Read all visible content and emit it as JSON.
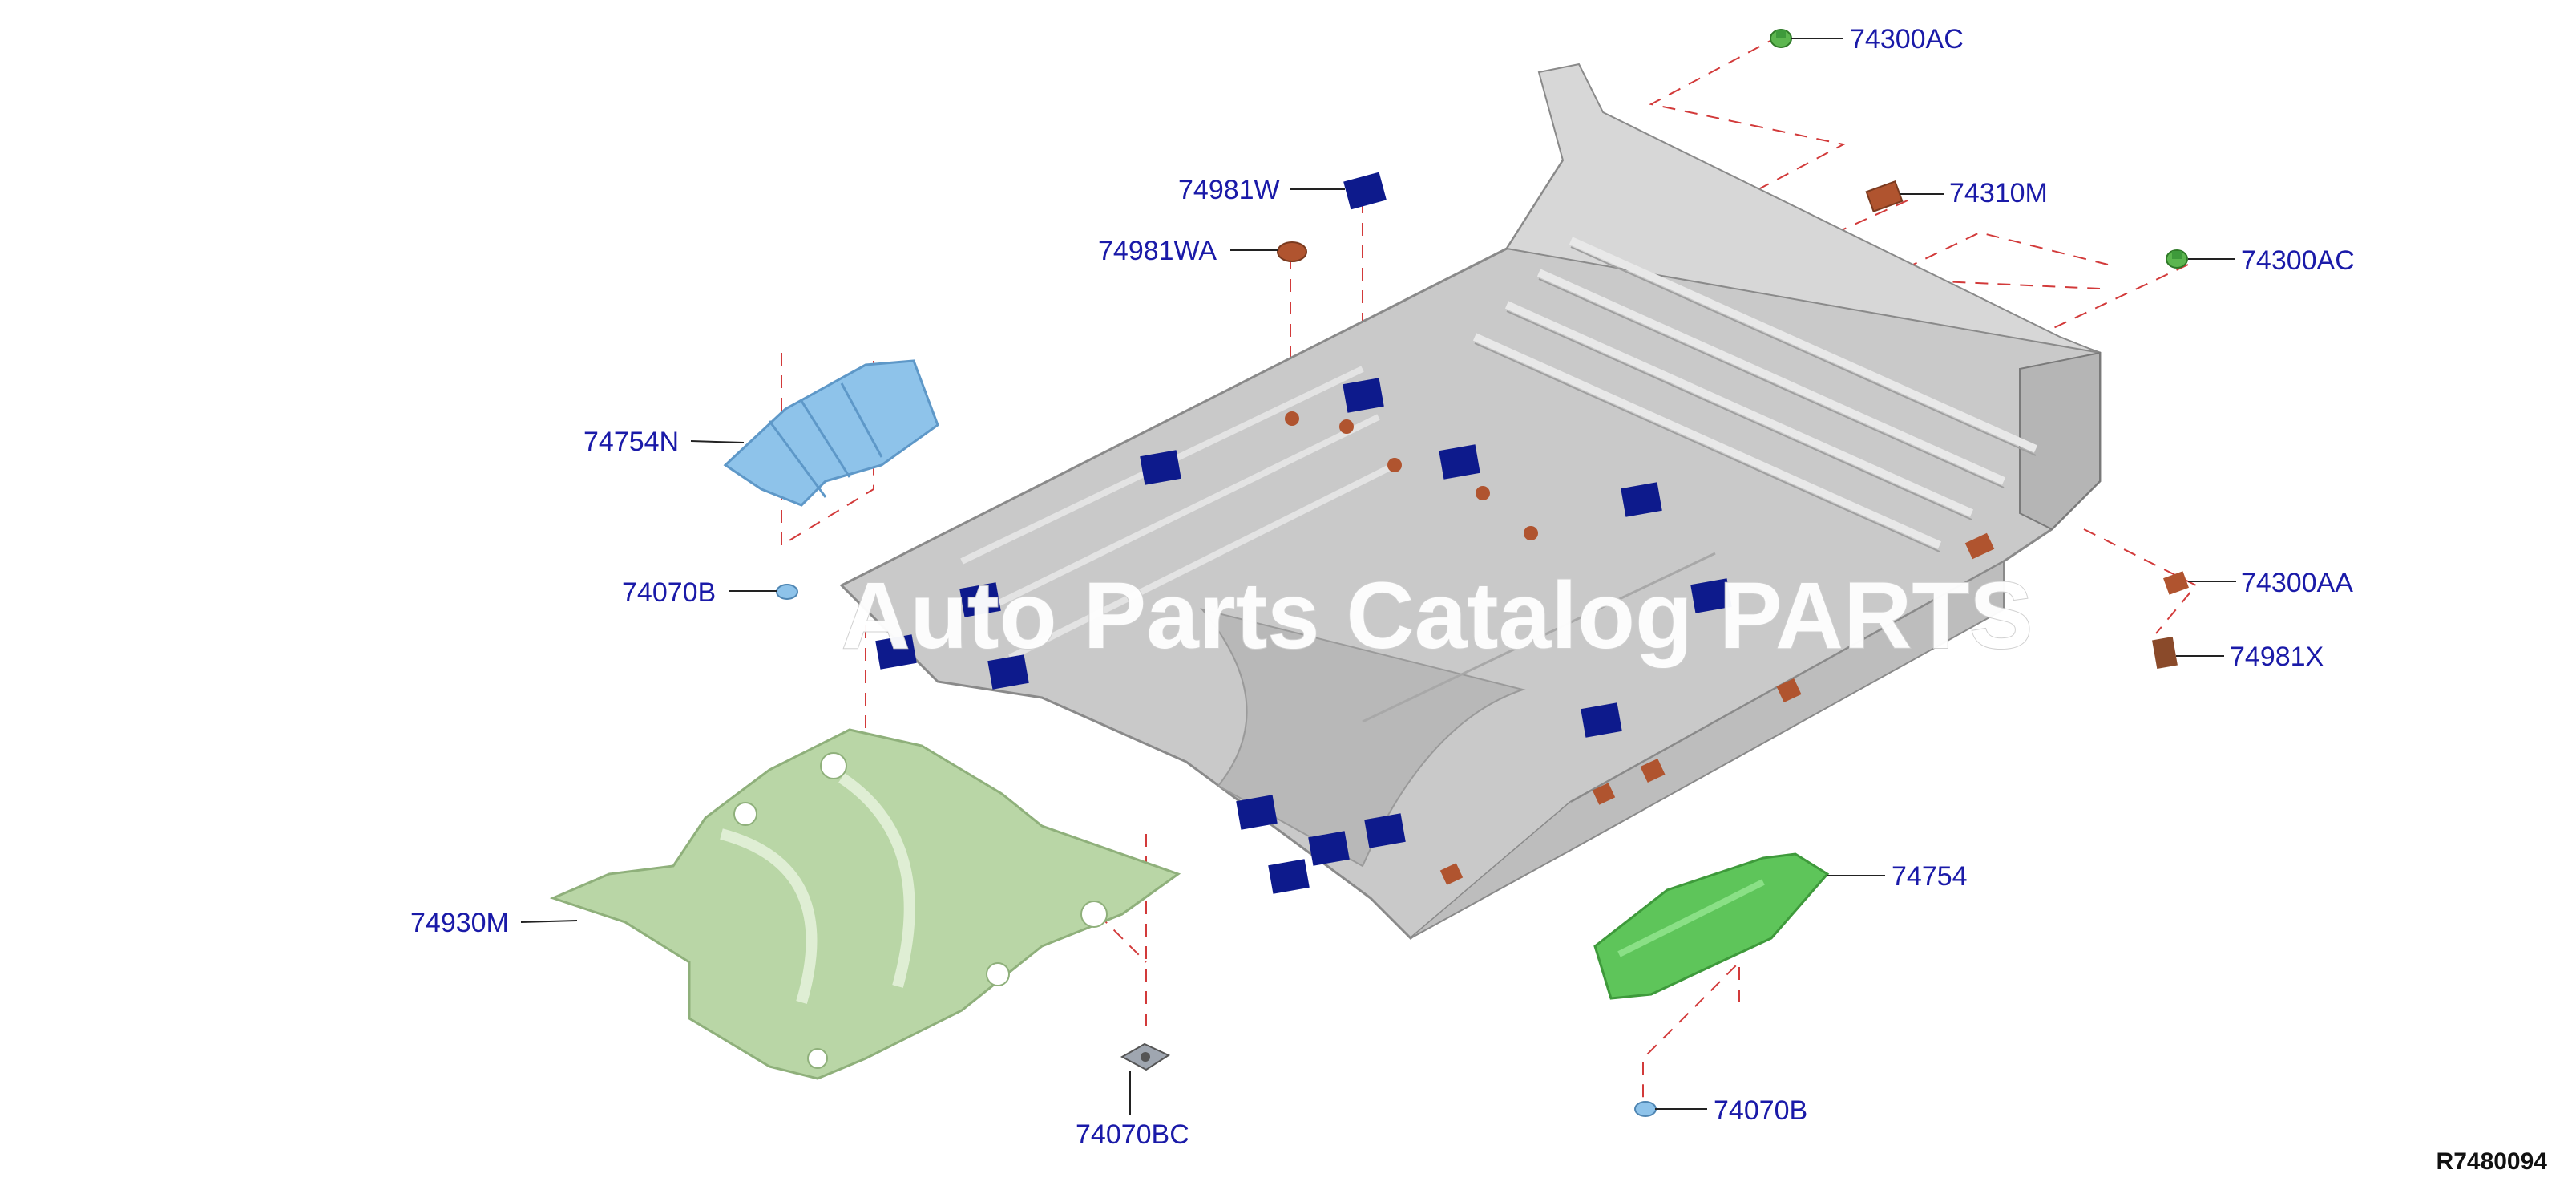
{
  "diagram": {
    "watermark": "Auto Parts Catalog PARTS",
    "reference_number": "R7480094",
    "part_labels": {
      "p74300AC_top": "74300AC",
      "p74310M": "74310M",
      "p74981W": "74981W",
      "p74981WA": "74981WA",
      "p74300AC_right": "74300AC",
      "p74754N": "74754N",
      "p74070B_left": "74070B",
      "p74300AA": "74300AA",
      "p74981X": "74981X",
      "p74754": "74754",
      "p74930M": "74930M",
      "p74070BC": "74070BC",
      "p74070B_bottom": "74070B"
    },
    "colors": {
      "label_text": "#1a1aa8",
      "floor_panel": "#c9c9c9",
      "heat_insulator_blue": "#8ec3ea",
      "heat_insulator_green": "#b9d6a6",
      "heat_insulator_bright_green": "#5ec55a",
      "pad_navy": "#0d1a8c",
      "clip_brown": "#b0542f",
      "dash_red": "#d23a3a"
    }
  }
}
